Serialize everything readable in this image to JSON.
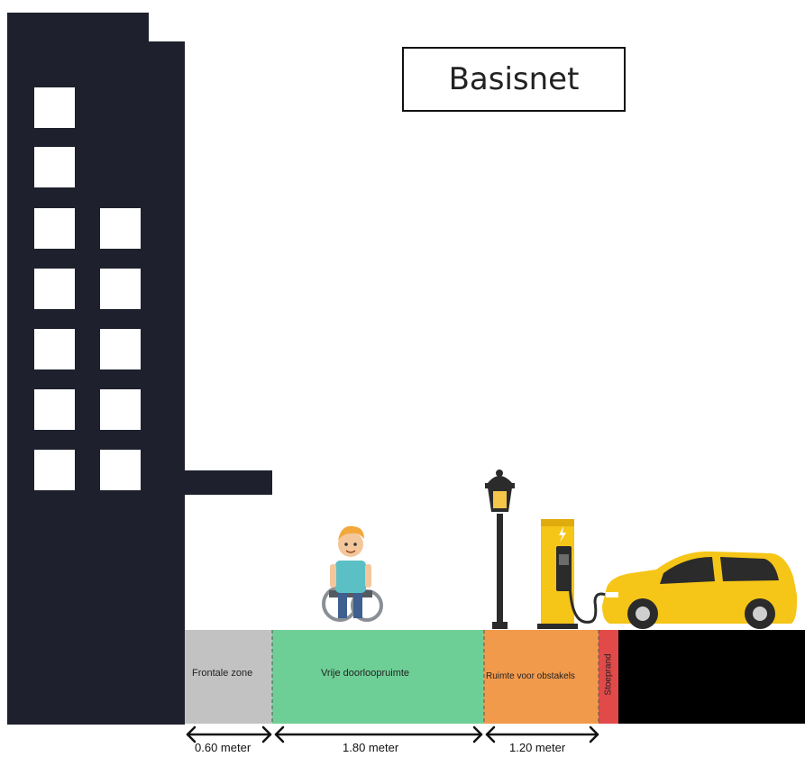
{
  "title": "Basisnet",
  "zones": [
    {
      "label": "Frontale zone",
      "color": "#c2c2c2"
    },
    {
      "label": "Vrije doorloopruimte",
      "color": "#6ecf96"
    },
    {
      "label": "Ruimte voor obstakels",
      "color": "#f29a4c"
    },
    {
      "label": "Stoeprand",
      "color": "#e24a4a"
    }
  ],
  "dimensions": [
    {
      "label": "0.60 meter"
    },
    {
      "label": "1.80 meter"
    },
    {
      "label": "1.20 meter"
    }
  ],
  "colors": {
    "building": "#1e212d",
    "road": "#000000",
    "car": "#f5c518",
    "charger": "#f5c518",
    "lamp": "#2b2b2b"
  },
  "icons": [
    "building",
    "wheelchair-user-icon",
    "street-lamp-icon",
    "ev-charger-icon",
    "car-icon"
  ]
}
